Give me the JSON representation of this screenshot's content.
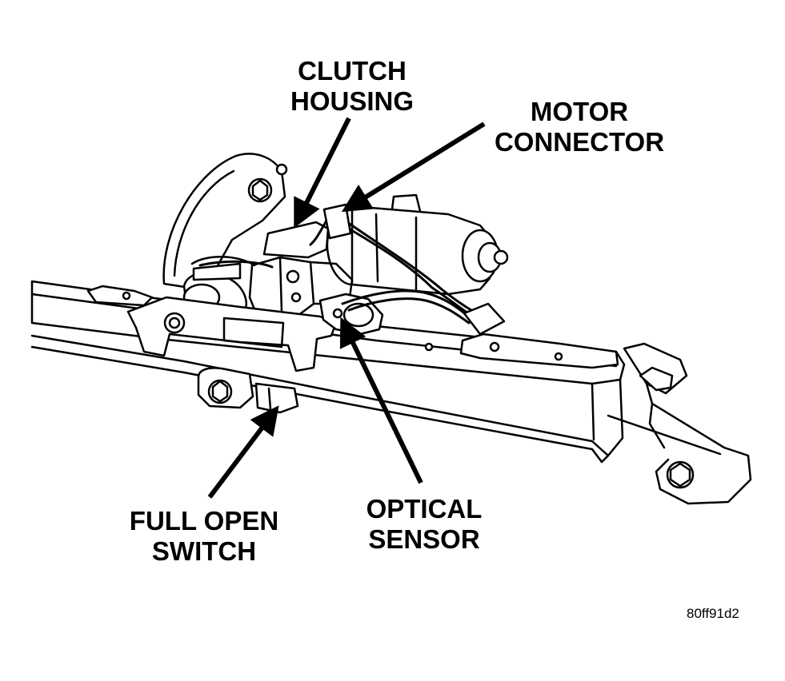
{
  "callouts": {
    "clutch_housing": {
      "line1": "CLUTCH",
      "line2": "HOUSING"
    },
    "motor_connector": {
      "line1": "MOTOR",
      "line2": "CONNECTOR"
    },
    "full_open_switch": {
      "line1": "FULL OPEN",
      "line2": "SWITCH"
    },
    "optical_sensor": {
      "line1": "OPTICAL",
      "line2": "SENSOR"
    }
  },
  "reference_code": "80ff91d2",
  "colors": {
    "ink": "#000000",
    "paper": "#ffffff"
  }
}
